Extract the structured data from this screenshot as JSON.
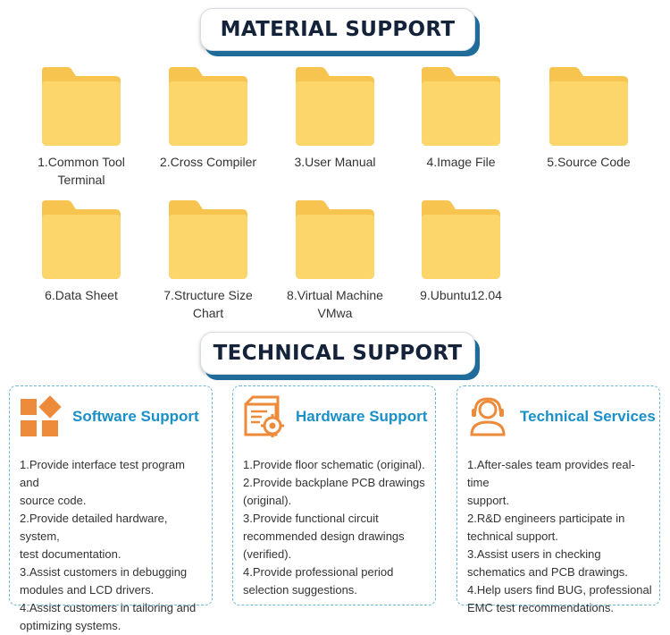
{
  "material": {
    "heading": "MATERIAL SUPPORT",
    "folders": [
      {
        "line1": "1.Common Tool",
        "line2": "Terminal"
      },
      {
        "line1": "2.Cross Compiler",
        "line2": ""
      },
      {
        "line1": "3.User Manual",
        "line2": ""
      },
      {
        "line1": "4.Image File",
        "line2": ""
      },
      {
        "line1": "5.Source Code",
        "line2": ""
      },
      {
        "line1": "6.Data Sheet",
        "line2": ""
      },
      {
        "line1": "7.Structure Size",
        "line2": "Chart"
      },
      {
        "line1": "8.Virtual Machine",
        "line2": "VMwa"
      },
      {
        "line1": "9.Ubuntu12.04",
        "line2": ""
      }
    ]
  },
  "technical": {
    "heading": "TECHNICAL SUPPORT",
    "cards": [
      {
        "title": "Software Support",
        "icon": "software-blocks-icon",
        "lines": [
          "1.Provide interface test program and",
          "source code.",
          "2.Provide detailed hardware, system,",
          "test documentation.",
          "3.Assist customers in debugging",
          "modules and LCD drivers.",
          "4.Assist customers in tailoring and",
          "optimizing systems."
        ]
      },
      {
        "title": "Hardware Support",
        "icon": "hardware-gear-icon",
        "lines": [
          "1.Provide floor schematic (original).",
          "2.Provide backplane PCB drawings",
          "(original).",
          "3.Provide functional circuit",
          "recommended design drawings",
          "(verified).",
          "4.Provide professional period",
          "selection suggestions."
        ]
      },
      {
        "title": "Technical Services",
        "icon": "support-person-icon",
        "lines": [
          "1.After-sales team provides real-time",
          "support.",
          "2.R&D engineers participate in",
          "technical support.",
          "3.Assist users in checking",
          "schematics and PCB drawings.",
          "4.Help users find BUG, professional",
          "EMC test recommendations."
        ]
      }
    ]
  },
  "colors": {
    "folder": "#fcd56b",
    "folder_back": "#f6c44f",
    "accent_blue": "#1a8fc8",
    "icon_orange": "#ee8b3a",
    "banner_shadow": "#1f6b99"
  }
}
